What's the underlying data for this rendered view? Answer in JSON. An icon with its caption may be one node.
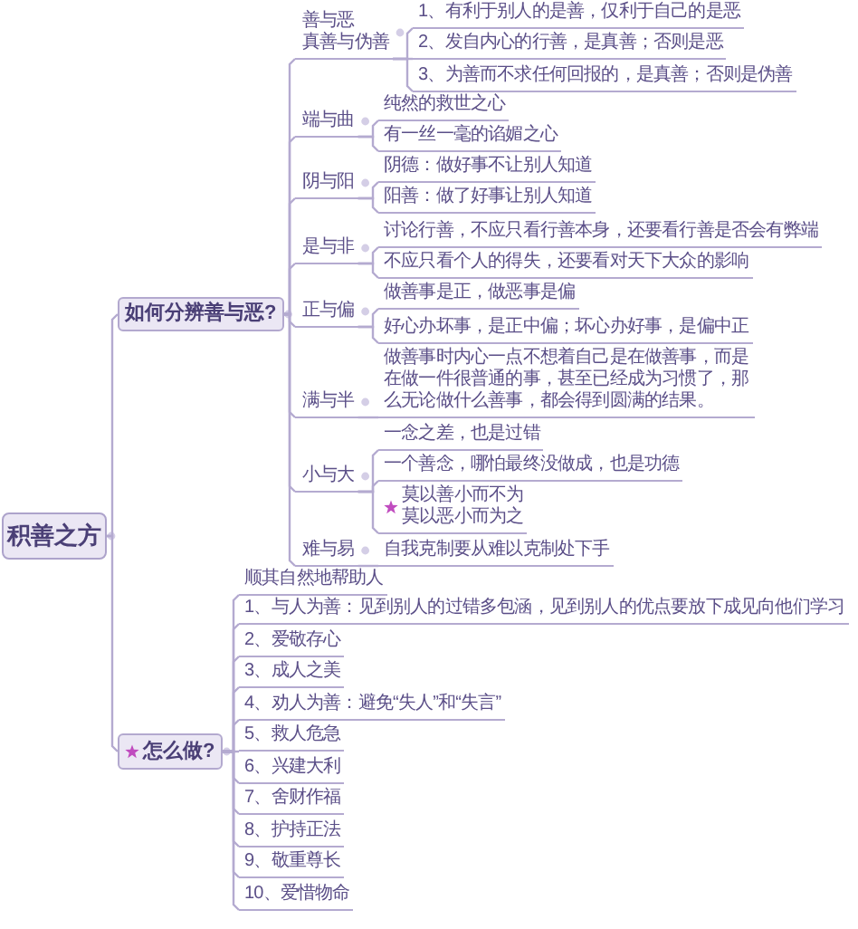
{
  "diagram": {
    "nodes": [
      {
        "text": [
          "积善之方"
        ]
      },
      {
        "text": [
          "如何分辨善与恶?"
        ]
      },
      {
        "text": [
          "善与恶",
          "真善与伪善"
        ]
      },
      {
        "text": [
          "1、有利于别人的是善，仅利于自己的是恶"
        ]
      },
      {
        "text": [
          "2、发自内心的行善，是真善；否则是恶"
        ]
      },
      {
        "text": [
          "3、为善而不求任何回报的，是真善；否则是伪善"
        ]
      },
      {
        "text": [
          "端与曲"
        ]
      },
      {
        "text": [
          "纯然的救世之心"
        ]
      },
      {
        "text": [
          "有一丝一毫的谄媚之心"
        ]
      },
      {
        "text": [
          "阴与阳"
        ]
      },
      {
        "text": [
          "阴德：做好事不让别人知道"
        ]
      },
      {
        "text": [
          "阳善：做了好事让别人知道"
        ]
      },
      {
        "text": [
          "是与非"
        ]
      },
      {
        "text": [
          "讨论行善，不应只看行善本身，还要看行善是否会有弊端"
        ]
      },
      {
        "text": [
          "不应只看个人的得失，还要看对天下大众的影响"
        ]
      },
      {
        "text": [
          "正与偏"
        ]
      },
      {
        "text": [
          "做善事是正，做恶事是偏"
        ]
      },
      {
        "text": [
          "好心办坏事，是正中偏；坏心办好事，是偏中正"
        ]
      },
      {
        "text": [
          "满与半"
        ]
      },
      {
        "text": [
          "做善事时内心一点不想着自己是在做善事，而是在做一件很普通的事，甚至已经成为习惯了，那么无论做什么善事，都会得到圆满的结果。"
        ]
      },
      {
        "text": [
          "小与大"
        ]
      },
      {
        "text": [
          "一念之差，也是过错"
        ]
      },
      {
        "text": [
          "一个善念，哪怕最终没做成，也是功德"
        ]
      },
      {
        "text": [
          "莫以善小而不为",
          "莫以恶小而为之"
        ]
      },
      {
        "text": [
          "难与易"
        ]
      },
      {
        "text": [
          "自我克制要从难以克制处下手"
        ]
      },
      {
        "text": [
          "怎么做?"
        ]
      },
      {
        "text": [
          "顺其自然地帮助人"
        ]
      },
      {
        "text": [
          "1、与人为善：见到别人的过错多包涵，见到别人的优点要放下成见向他们学习"
        ]
      },
      {
        "text": [
          "2、爱敬存心"
        ]
      },
      {
        "text": [
          "3、成人之美"
        ]
      },
      {
        "text": [
          "4、劝人为善：避免“失人”和“失言”"
        ]
      },
      {
        "text": [
          "5、救人危急"
        ]
      },
      {
        "text": [
          "6、兴建大利"
        ]
      },
      {
        "text": [
          "7、舍财作福"
        ]
      },
      {
        "text": [
          "8、护持正法"
        ]
      },
      {
        "text": [
          "9、敬重尊长"
        ]
      },
      {
        "text": [
          "10、爱惜物命"
        ]
      }
    ],
    "edges": [
      {
        "from": 0,
        "to": 1,
        "arrow": "none"
      },
      {
        "from": 0,
        "to": 26,
        "arrow": "none"
      },
      {
        "from": 1,
        "to": 2,
        "arrow": "none"
      },
      {
        "from": 1,
        "to": 6,
        "arrow": "none"
      },
      {
        "from": 1,
        "to": 9,
        "arrow": "none"
      },
      {
        "from": 1,
        "to": 12,
        "arrow": "none"
      },
      {
        "from": 1,
        "to": 15,
        "arrow": "none"
      },
      {
        "from": 1,
        "to": 18,
        "arrow": "none"
      },
      {
        "from": 1,
        "to": 20,
        "arrow": "none"
      },
      {
        "from": 1,
        "to": 24,
        "arrow": "none"
      },
      {
        "from": 2,
        "to": 3,
        "arrow": "none"
      },
      {
        "from": 2,
        "to": 4,
        "arrow": "none"
      },
      {
        "from": 2,
        "to": 5,
        "arrow": "none"
      },
      {
        "from": 6,
        "to": 7,
        "arrow": "none"
      },
      {
        "from": 6,
        "to": 8,
        "arrow": "none"
      },
      {
        "from": 9,
        "to": 10,
        "arrow": "none"
      },
      {
        "from": 9,
        "to": 11,
        "arrow": "none"
      },
      {
        "from": 12,
        "to": 13,
        "arrow": "none"
      },
      {
        "from": 12,
        "to": 14,
        "arrow": "none"
      },
      {
        "from": 15,
        "to": 16,
        "arrow": "none"
      },
      {
        "from": 15,
        "to": 17,
        "arrow": "none"
      },
      {
        "from": 18,
        "to": 19,
        "arrow": "none"
      },
      {
        "from": 20,
        "to": 21,
        "arrow": "none"
      },
      {
        "from": 20,
        "to": 22,
        "arrow": "none"
      },
      {
        "from": 20,
        "to": 23,
        "arrow": "none"
      },
      {
        "from": 24,
        "to": 25,
        "arrow": "none"
      },
      {
        "from": 26,
        "to": 27,
        "arrow": "none"
      },
      {
        "from": 26,
        "to": 28,
        "arrow": "none"
      },
      {
        "from": 26,
        "to": 29,
        "arrow": "none"
      },
      {
        "from": 26,
        "to": 30,
        "arrow": "none"
      },
      {
        "from": 26,
        "to": 31,
        "arrow": "none"
      },
      {
        "from": 26,
        "to": 32,
        "arrow": "none"
      },
      {
        "from": 26,
        "to": 33,
        "arrow": "none"
      },
      {
        "from": 26,
        "to": 34,
        "arrow": "none"
      },
      {
        "from": 26,
        "to": 35,
        "arrow": "none"
      },
      {
        "from": 26,
        "to": 36,
        "arrow": "none"
      },
      {
        "from": 26,
        "to": 37,
        "arrow": "none"
      }
    ]
  }
}
